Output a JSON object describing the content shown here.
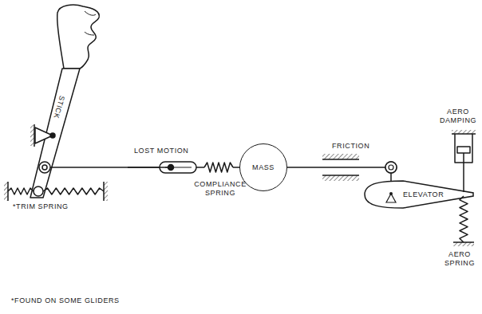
{
  "diagram": {
    "nodes": [
      {
        "text": [
          "STICK"
        ]
      },
      {
        "text": [
          "MASS"
        ]
      },
      {
        "text": [
          "ELEVATOR"
        ]
      }
    ],
    "edges": [
      {
        "from": 1,
        "to": 2,
        "arrow": "none"
      }
    ],
    "labels": [
      "LOST MOTION",
      "COMPLIANCE SPRING",
      "FRICTION",
      "AERO DAMPING",
      "AERO SPRING",
      "*TRIM SPRING",
      "*FOUND ON SOME GLIDERS"
    ]
  }
}
